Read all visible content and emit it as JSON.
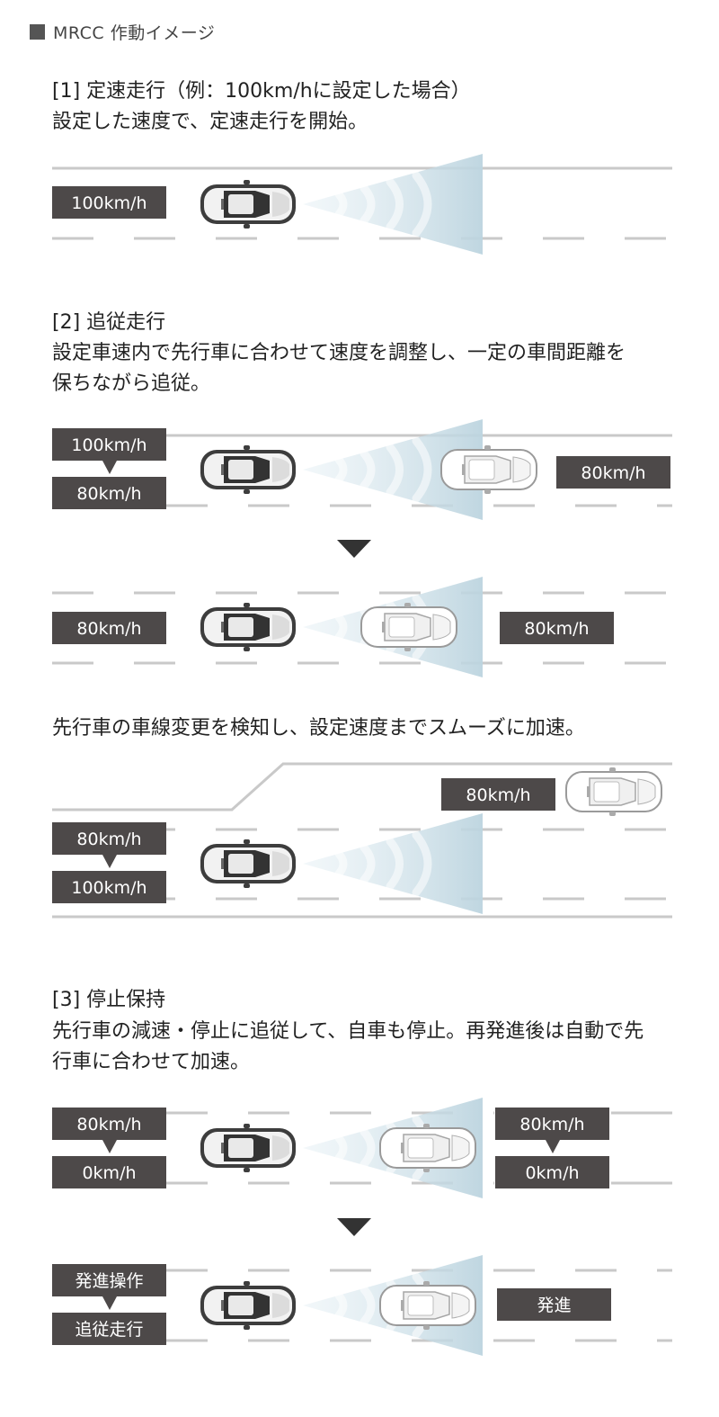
{
  "header": {
    "title": "MRCC 作動イメージ"
  },
  "sections": {
    "s1": {
      "title": "[1] 定速走行（例：100km/hに設定した場合）",
      "desc": "設定した速度で、定速走行を開始。"
    },
    "s2": {
      "title": "[2] 追従走行",
      "desc1": "設定車速内で先行車に合わせて速度を調整し、一定の車間距離を",
      "desc2": "保ちながら追従。"
    },
    "s2b": {
      "desc": "先行車の車線変更を検知し、設定速度までスムーズに加速。"
    },
    "s3": {
      "title": "[3] 停止保持",
      "desc1": "先行車の減速・停止に追従して、自車も停止。再発進後は自動で先",
      "desc2": "行車に合わせて加速。"
    }
  },
  "labels": {
    "d1_speed": "100km/h",
    "d2_from": "100km/h",
    "d2_to": "80km/h",
    "d2_lead": "80km/h",
    "d3_own": "80km/h",
    "d3_lead": "80km/h",
    "d4_lead": "80km/h",
    "d4_from": "80km/h",
    "d4_to": "100km/h",
    "d5_own_from": "80km/h",
    "d5_own_to": "0km/h",
    "d5_lead_from": "80km/h",
    "d5_lead_to": "0km/h",
    "d6_own_from": "発進操作",
    "d6_own_to": "追従走行",
    "d6_lead": "発進"
  },
  "colors": {
    "label_bg": "#4d4949",
    "road_line": "#c9c9c9",
    "radar": "#c7dbe5"
  }
}
